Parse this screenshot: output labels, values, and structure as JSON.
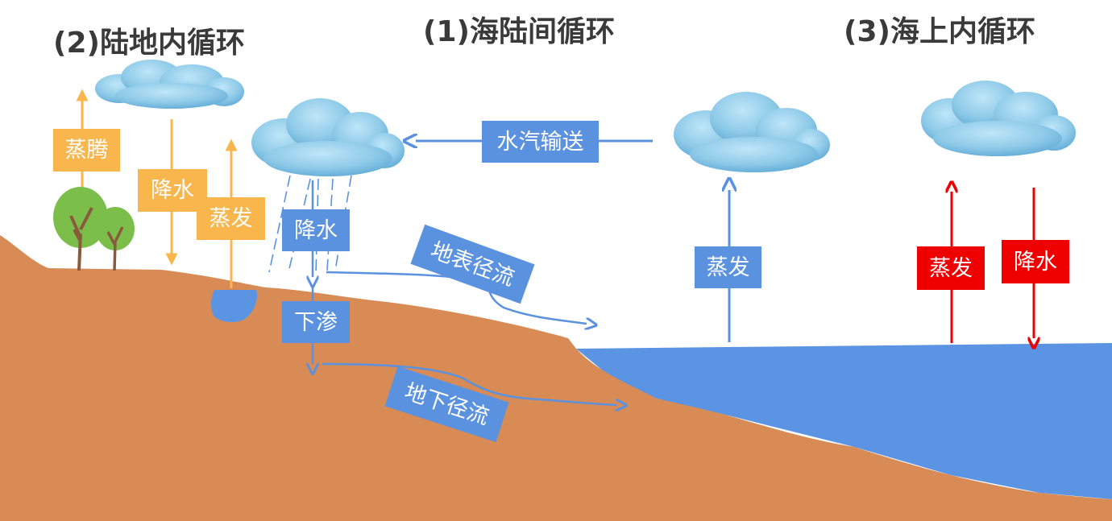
{
  "titles": {
    "land_loop": "(2)陆地内循环",
    "sea_land_loop": "(1)海陆间循环",
    "sea_loop": "(3)海上内循环"
  },
  "land_loop": {
    "transpiration": "蒸腾",
    "precipitation": "降水",
    "evaporation": "蒸发"
  },
  "sea_land_loop": {
    "vapor_transport": "水汽输送",
    "precipitation": "降水",
    "surface_runoff": "地表径流",
    "infiltration": "下渗",
    "groundwater_runoff": "地下径流",
    "ocean_evaporation": "蒸发"
  },
  "sea_loop": {
    "evaporation": "蒸发",
    "precipitation": "降水"
  },
  "colors": {
    "land": "#d88b55",
    "ocean": "#5b94e3",
    "land_loop_accent": "#f9b64d",
    "sea_land_loop_accent": "#5b92e0",
    "sea_loop_accent": "#ee0000",
    "cloud": "#8ecae8",
    "tree_crown": "#7bbf4a",
    "tree_trunk": "#8a5a3c"
  }
}
